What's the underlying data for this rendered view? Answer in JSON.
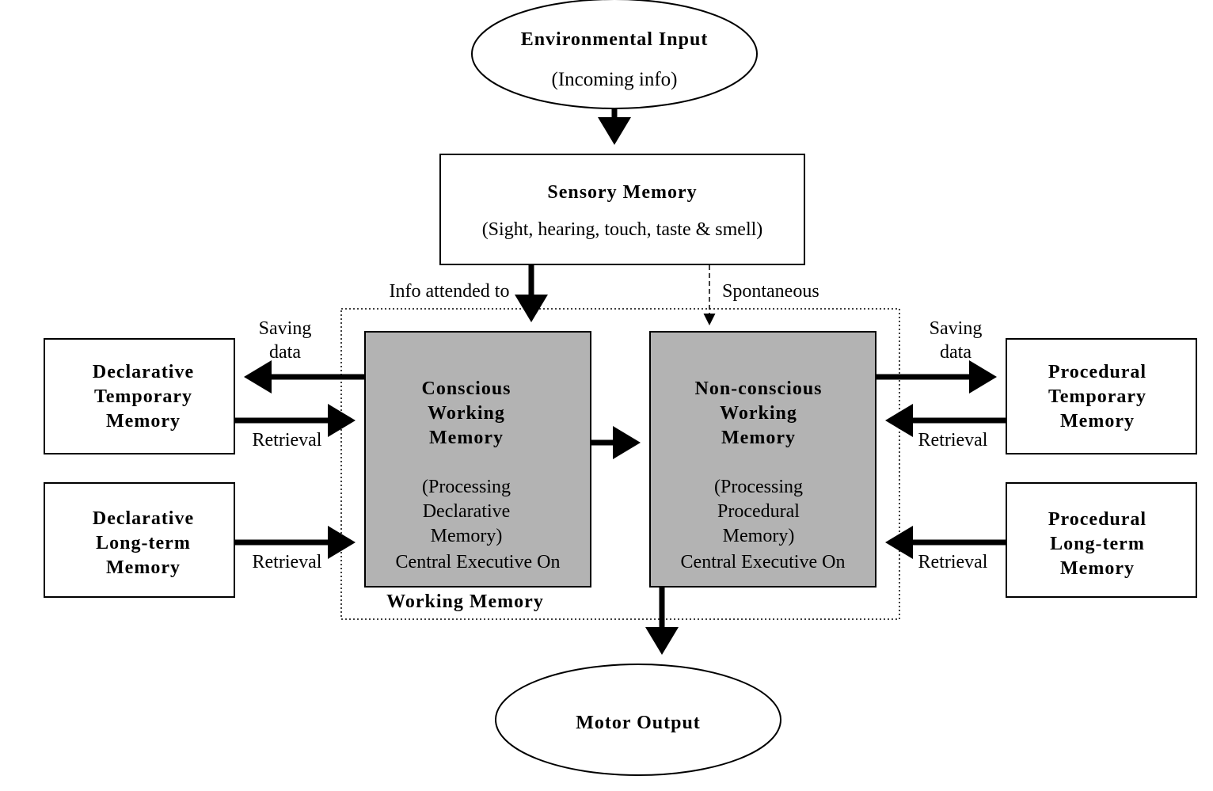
{
  "nodes": {
    "env_input": {
      "title": "Environmental Input",
      "subtitle": "(Incoming info)"
    },
    "sensory": {
      "title": "Sensory Memory",
      "subtitle": "(Sight, hearing, touch, taste & smell)"
    },
    "conscious": {
      "title_lines": [
        "Conscious",
        "Working",
        "Memory"
      ],
      "body_lines": [
        "(Processing",
        "Declarative",
        "Memory)",
        "Central Executive On"
      ]
    },
    "nonconscious": {
      "title_lines": [
        "Non-conscious",
        "Working",
        "Memory"
      ],
      "body_lines": [
        "(Processing",
        "Procedural",
        "Memory)",
        "Central Executive On"
      ]
    },
    "decl_temp": {
      "lines": [
        "Declarative",
        "Temporary",
        "Memory"
      ]
    },
    "decl_long": {
      "lines": [
        "Declarative",
        "Long-term",
        "Memory"
      ]
    },
    "proc_temp": {
      "lines": [
        "Procedural",
        "Temporary",
        "Memory"
      ]
    },
    "proc_long": {
      "lines": [
        "Procedural",
        "Long-term",
        "Memory"
      ]
    },
    "motor": {
      "title": "Motor Output"
    },
    "working_memory_group": {
      "label": "Working Memory"
    }
  },
  "edge_labels": {
    "info_attended": "Info attended to",
    "spontaneous": "Spontaneous",
    "saving_left": [
      "Saving",
      "data"
    ],
    "retrieval_left_top": "Retrieval",
    "retrieval_left_bottom": "Retrieval",
    "saving_right": [
      "Saving",
      "data"
    ],
    "retrieval_right_top": "Retrieval",
    "retrieval_right_bottom": "Retrieval"
  },
  "colors": {
    "working_box_fill": "#b3b3b3",
    "stroke": "#000000",
    "background": "#ffffff"
  }
}
